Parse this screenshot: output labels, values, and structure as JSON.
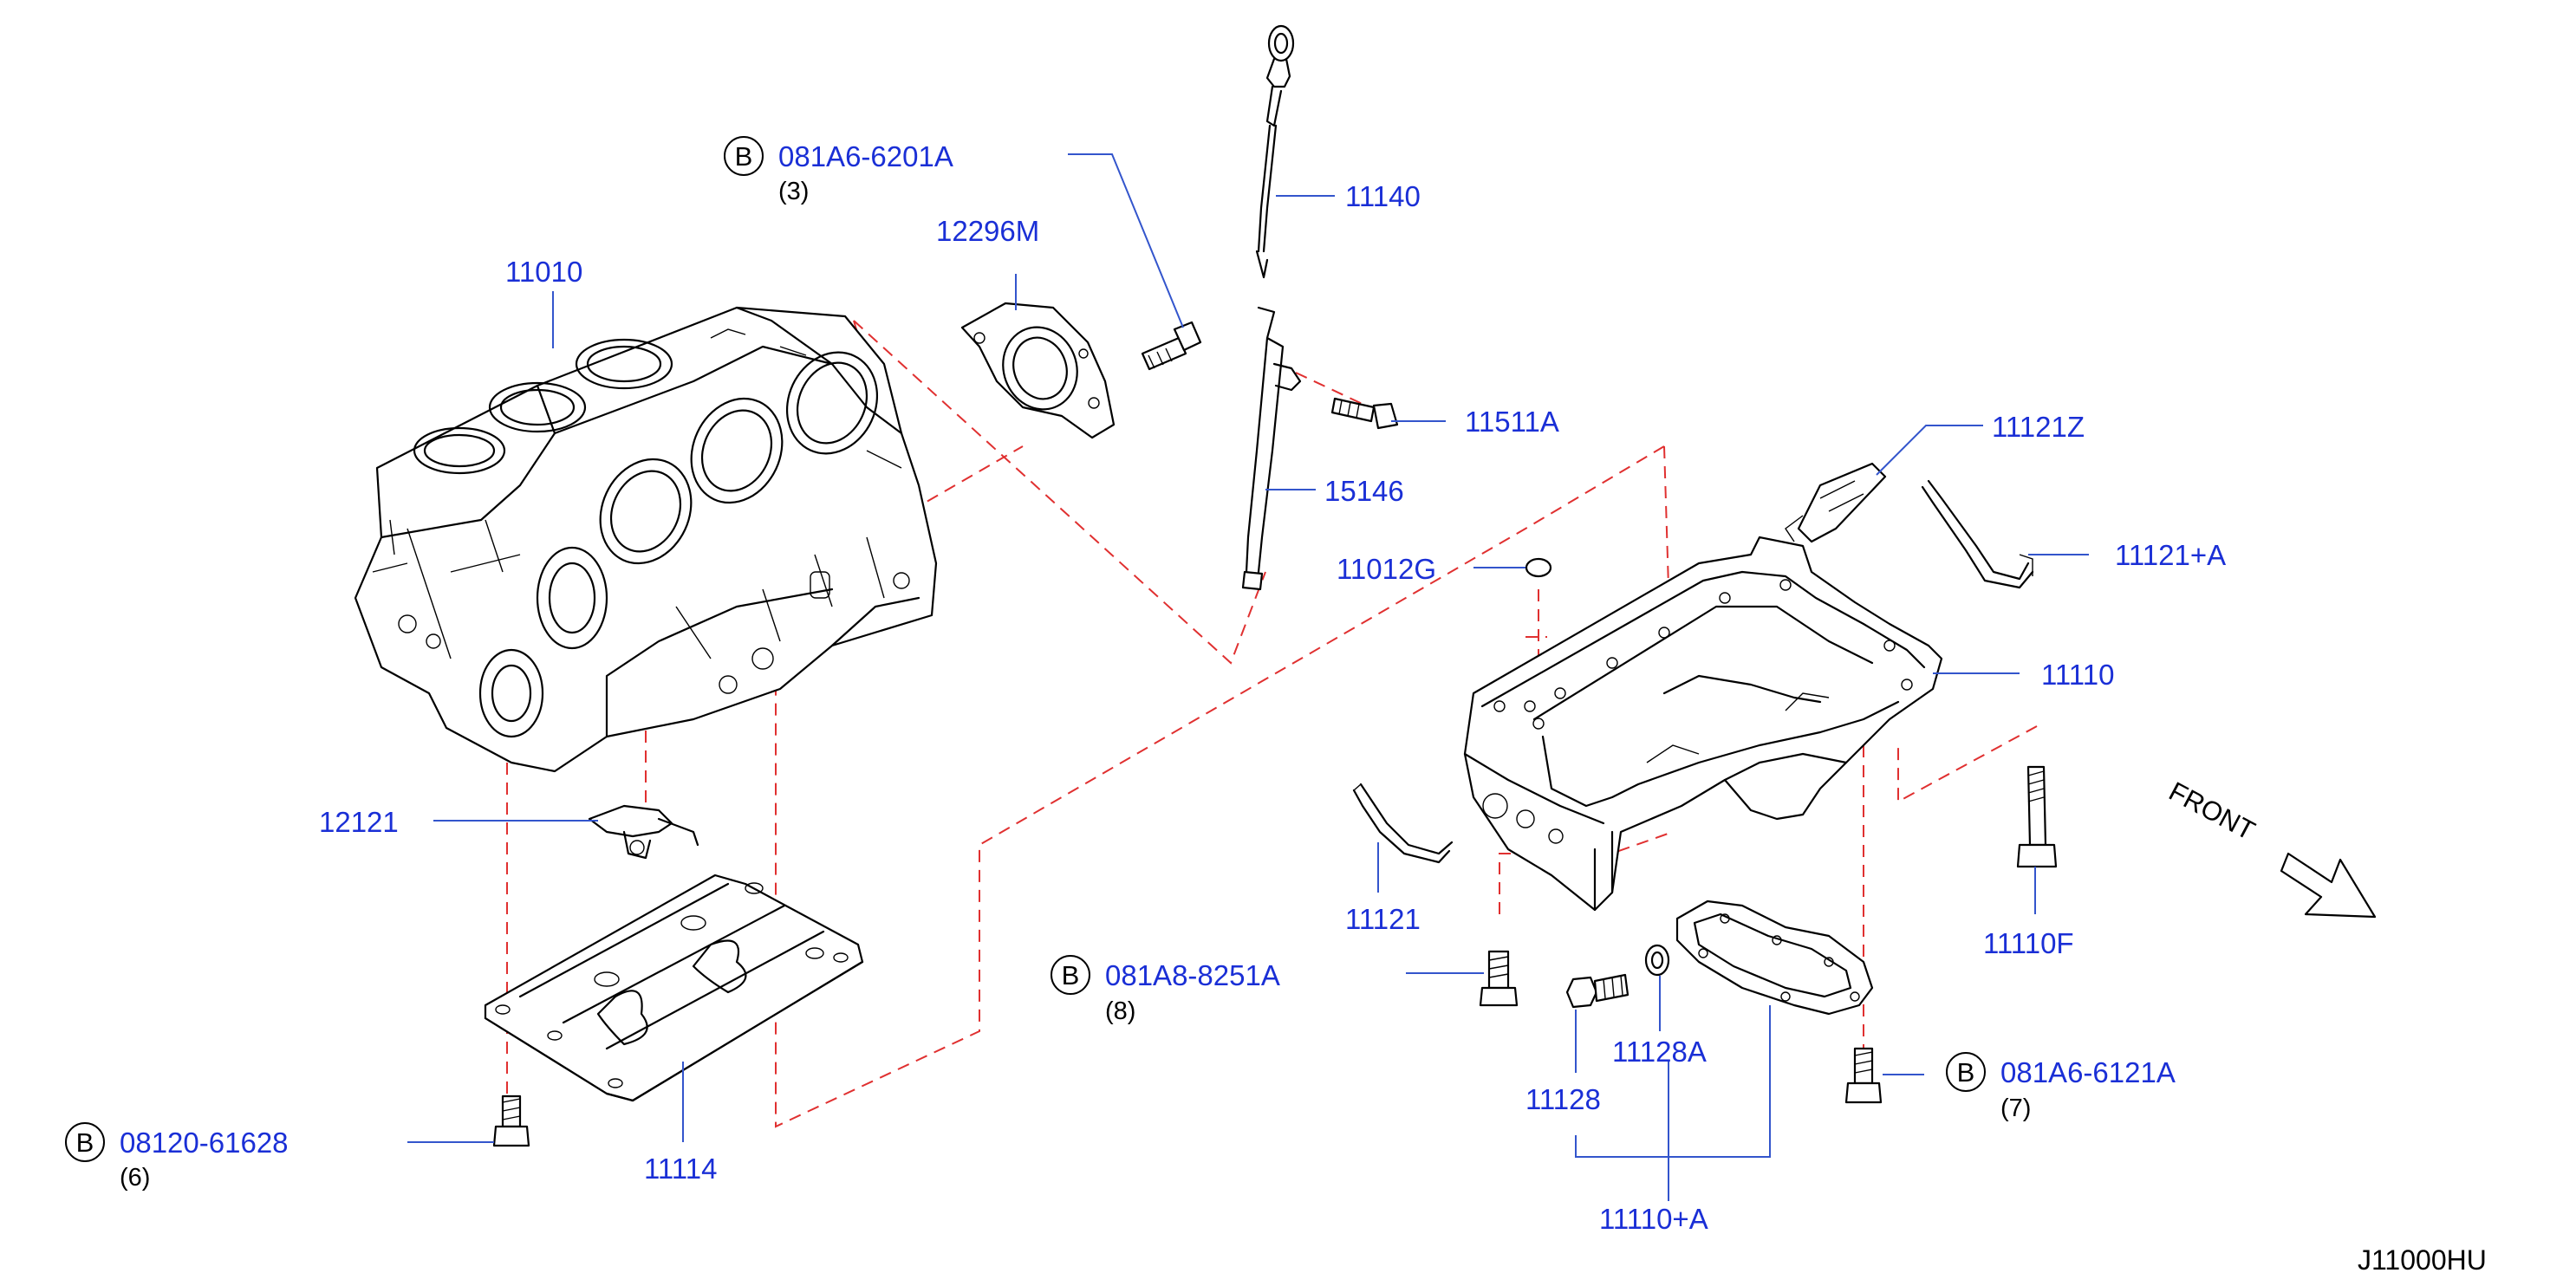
{
  "diagram_code": "J11000HU",
  "direction_label": "FRONT",
  "bolt_marker": "B",
  "parts": {
    "p11010": "11010",
    "p12296M": "12296M",
    "p11140": "11140",
    "p15146": "15146",
    "p11511A": "11511A",
    "p11121Z": "11121Z",
    "p11121A": "11121+A",
    "p11012G": "11012G",
    "p11110": "11110",
    "p12121": "12121",
    "p11121": "11121",
    "p11110F": "11110F",
    "p11128": "11128",
    "p11128A": "11128A",
    "p11110A": "11110+A",
    "p11114": "11114"
  },
  "bolts": {
    "b1": {
      "code": "081A6-6201A",
      "qty": "(3)"
    },
    "b2": {
      "code": "081A8-8251A",
      "qty": "(8)"
    },
    "b3": {
      "code": "08120-61628",
      "qty": "(6)"
    },
    "b4": {
      "code": "081A6-6121A",
      "qty": "(7)"
    }
  },
  "colors": {
    "label": "#1a2fd6",
    "leader": "#3355cc",
    "dashed_guide": "#e03030",
    "linework": "#000000"
  }
}
